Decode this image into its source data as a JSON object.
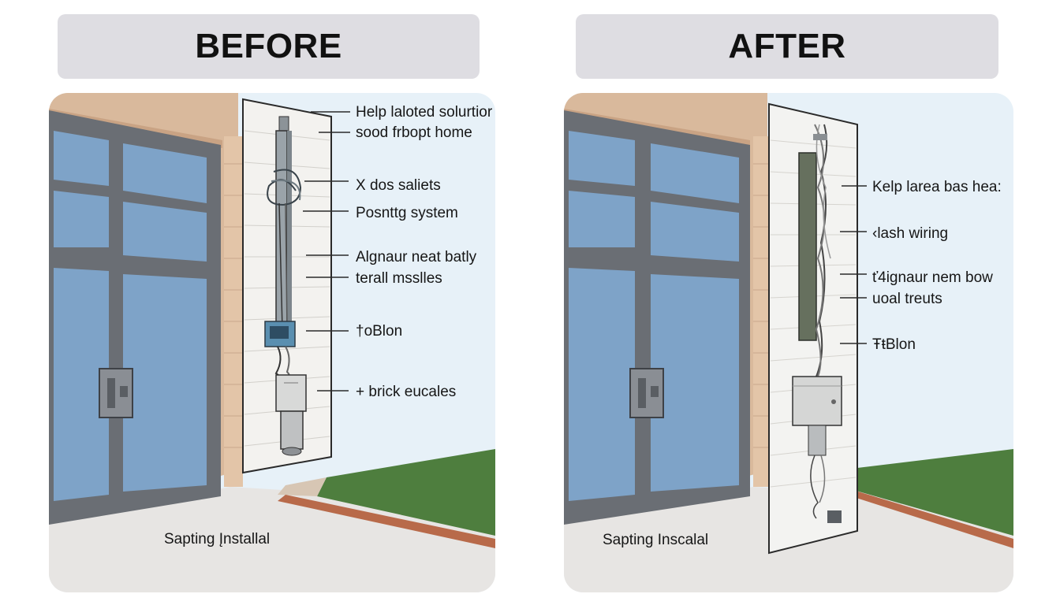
{
  "before": {
    "title": "BEFORE",
    "labels": [
      "Help laloted solurtior",
      "sood frbopt home",
      "X dos saliets",
      "Posnttg system",
      "Algnaur neat batly",
      "terall msslles",
      "†oBlon",
      "+ brick eucales"
    ],
    "caption": "Sapting Įnstallal"
  },
  "after": {
    "title": "AFTER",
    "labels": [
      "Kelp larea bas hea:",
      "‹lash wiring",
      "ť4ignaur nem bow",
      "uoal treuts",
      "ŦŧBlon"
    ],
    "caption": "Sapting Inscalal"
  },
  "colors": {
    "header_bg": "#dedde2",
    "glass": "#7ea3c8",
    "sky": "#e7f1f8",
    "grass": "#4e7e3e",
    "floor": "#e7e5e3",
    "wall_beige": "#d9b99c",
    "frame": "#6a6e74"
  }
}
